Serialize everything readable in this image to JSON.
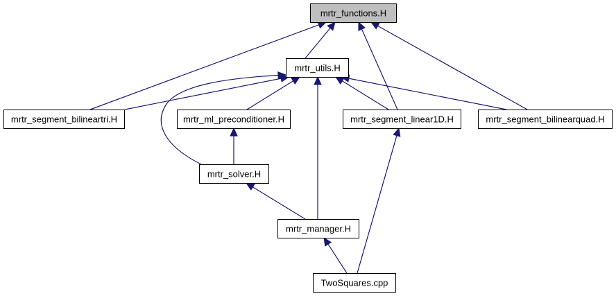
{
  "colors": {
    "edge": "#191970",
    "root_fill": "#bfbfbf",
    "node_fill": "#ffffff",
    "node_border": "#000000"
  },
  "nodes": [
    {
      "id": "functions",
      "label": "mrtr_functions.H",
      "highlighted": true
    },
    {
      "id": "utils",
      "label": "mrtr_utils.H",
      "highlighted": false
    },
    {
      "id": "bilineartri",
      "label": "mrtr_segment_bilineartri.H",
      "highlighted": false
    },
    {
      "id": "preconditioner",
      "label": "mrtr_ml_preconditioner.H",
      "highlighted": false
    },
    {
      "id": "linear1d",
      "label": "mrtr_segment_linear1D.H",
      "highlighted": false
    },
    {
      "id": "bilinearquad",
      "label": "mrtr_segment_bilinearquad.H",
      "highlighted": false
    },
    {
      "id": "solver",
      "label": "mrtr_solver.H",
      "highlighted": false
    },
    {
      "id": "manager",
      "label": "mrtr_manager.H",
      "highlighted": false
    },
    {
      "id": "twosquares",
      "label": "TwoSquares.cpp",
      "highlighted": false
    }
  ],
  "edges": [
    {
      "from": "utils",
      "to": "functions"
    },
    {
      "from": "bilineartri",
      "to": "functions"
    },
    {
      "from": "linear1d",
      "to": "functions"
    },
    {
      "from": "bilinearquad",
      "to": "functions"
    },
    {
      "from": "bilineartri",
      "to": "utils"
    },
    {
      "from": "preconditioner",
      "to": "utils"
    },
    {
      "from": "solver",
      "to": "utils"
    },
    {
      "from": "manager",
      "to": "utils"
    },
    {
      "from": "linear1d",
      "to": "utils"
    },
    {
      "from": "bilinearquad",
      "to": "utils"
    },
    {
      "from": "solver",
      "to": "preconditioner"
    },
    {
      "from": "manager",
      "to": "solver"
    },
    {
      "from": "twosquares",
      "to": "manager"
    },
    {
      "from": "twosquares",
      "to": "linear1d"
    }
  ]
}
